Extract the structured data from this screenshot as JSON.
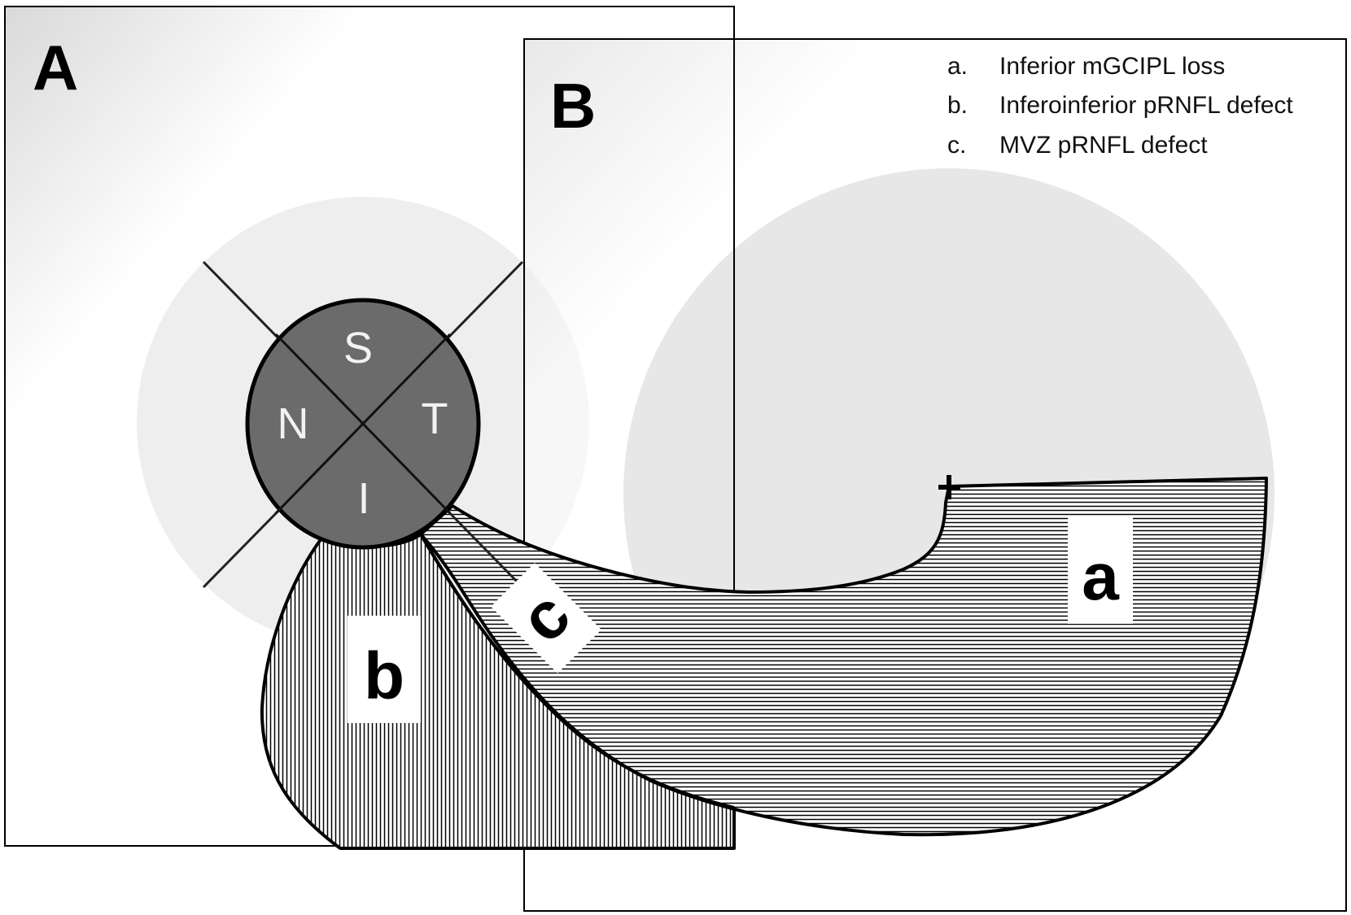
{
  "panels": {
    "a_label": "A",
    "b_label": "B"
  },
  "optic_disc": {
    "superior": "S",
    "nasal": "N",
    "temporal": "T",
    "inferior": "I"
  },
  "regions": {
    "a": "a",
    "b": "b",
    "c": "c"
  },
  "legend": [
    {
      "key": "a.",
      "text": "Inferior mGCIPL loss"
    },
    {
      "key": "b.",
      "text": "Inferoinferior pRNFL defect"
    },
    {
      "key": "c.",
      "text": "MVZ pRNFL defect"
    }
  ],
  "colors": {
    "disc_fill": "#6b6b6b",
    "disc_zone": "#ededed",
    "macula_zone": "#e6e6e6",
    "outline": "#000000"
  }
}
